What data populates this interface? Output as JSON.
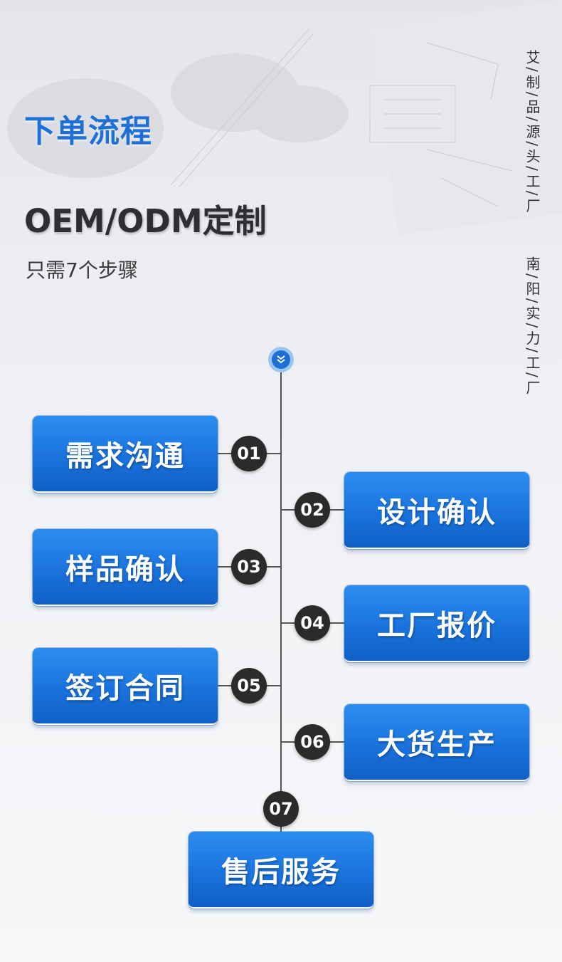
{
  "header": {
    "title_cn": "下单流程",
    "title_en": "OEM/ODM定制",
    "subtitle": "只需7个步骤"
  },
  "side_text": {
    "col1": "艾/制/品/源/头/工/厂",
    "col2": "南/阳/实/力/工/厂"
  },
  "steps": [
    {
      "num": "01",
      "label": "需求沟通"
    },
    {
      "num": "02",
      "label": "设计确认"
    },
    {
      "num": "03",
      "label": "样品确认"
    },
    {
      "num": "04",
      "label": "工厂报价"
    },
    {
      "num": "05",
      "label": "签订合同"
    },
    {
      "num": "06",
      "label": "大货生产"
    },
    {
      "num": "07",
      "label": "售后服务"
    }
  ],
  "colors": {
    "accent": "#1e6fd6",
    "card_top": "#2c8df0",
    "card_bottom": "#1060c6",
    "badge": "#2b2b2b"
  }
}
